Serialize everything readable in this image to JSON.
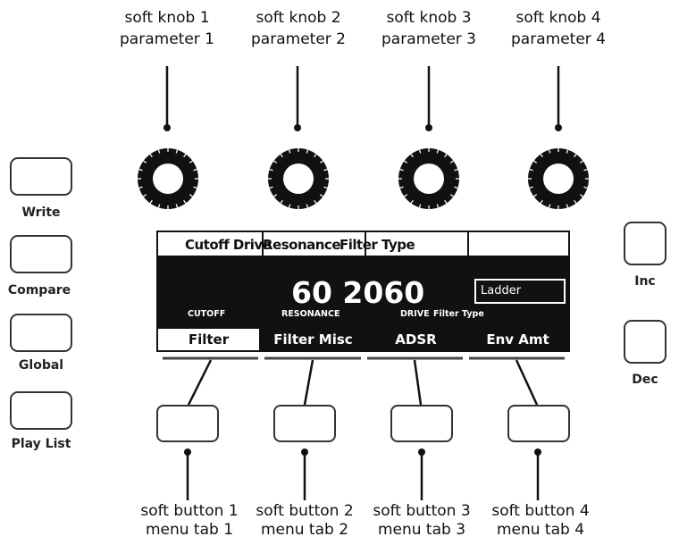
{
  "knobs": [
    {
      "line1": "soft knob 1",
      "line2": "parameter 1"
    },
    {
      "line1": "soft knob 2",
      "line2": "parameter 2"
    },
    {
      "line1": "soft knob 3",
      "line2": "parameter 3"
    },
    {
      "line1": "soft knob 4",
      "line2": "parameter 4"
    }
  ],
  "side_buttons_left": [
    {
      "label": "Write"
    },
    {
      "label": "Compare"
    },
    {
      "label": "Global"
    },
    {
      "label": "Play List"
    }
  ],
  "side_buttons_right": [
    {
      "label": "Inc"
    },
    {
      "label": "Dec"
    }
  ],
  "display": {
    "header": [
      "Cutoff Drive",
      "Resonance",
      "Filter Type",
      ""
    ],
    "values_text": "60 2060",
    "param_labels": [
      "CUTOFF",
      "RESONANCE",
      "DRIVE",
      "Filter Type"
    ],
    "filter_type_value": "Ladder",
    "tabs": [
      "Filter",
      "Filter Misc",
      "ADSR",
      "Env Amt"
    ],
    "active_tab": 0
  },
  "soft_buttons": [
    {
      "line1": "soft button 1",
      "line2": "menu tab 1"
    },
    {
      "line1": "soft button 2",
      "line2": "menu tab 2"
    },
    {
      "line1": "soft button 3",
      "line2": "menu tab 3"
    },
    {
      "line1": "soft button 4",
      "line2": "menu tab 4"
    }
  ]
}
